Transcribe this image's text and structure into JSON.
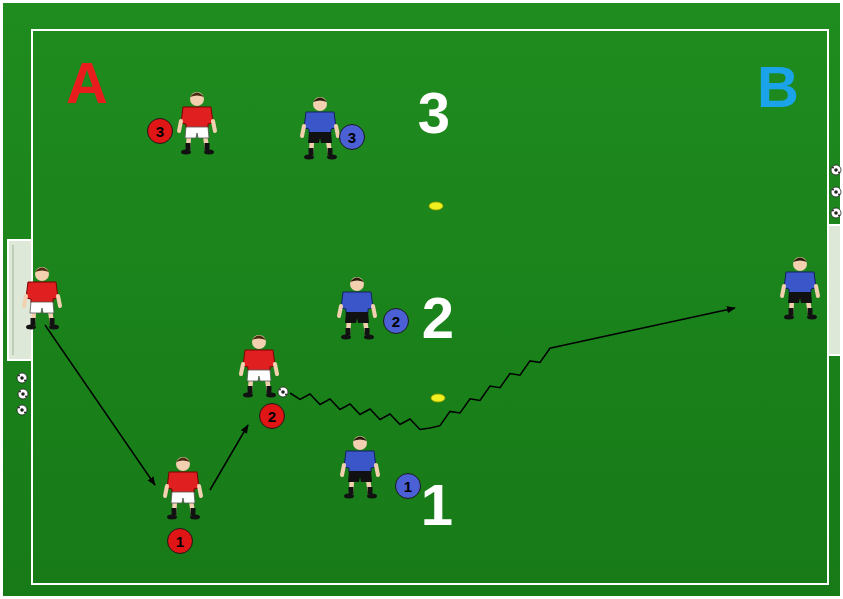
{
  "diagram": {
    "nodes": [
      {
        "text": [
          "3"
        ]
      },
      {
        "text": [
          "3"
        ]
      },
      {
        "text": [
          "2"
        ]
      },
      {
        "text": [
          "2"
        ]
      },
      {
        "text": [
          "1"
        ]
      },
      {
        "text": [
          "1"
        ]
      }
    ],
    "labels": [
      "A",
      "3",
      "2",
      "1",
      "B"
    ]
  }
}
